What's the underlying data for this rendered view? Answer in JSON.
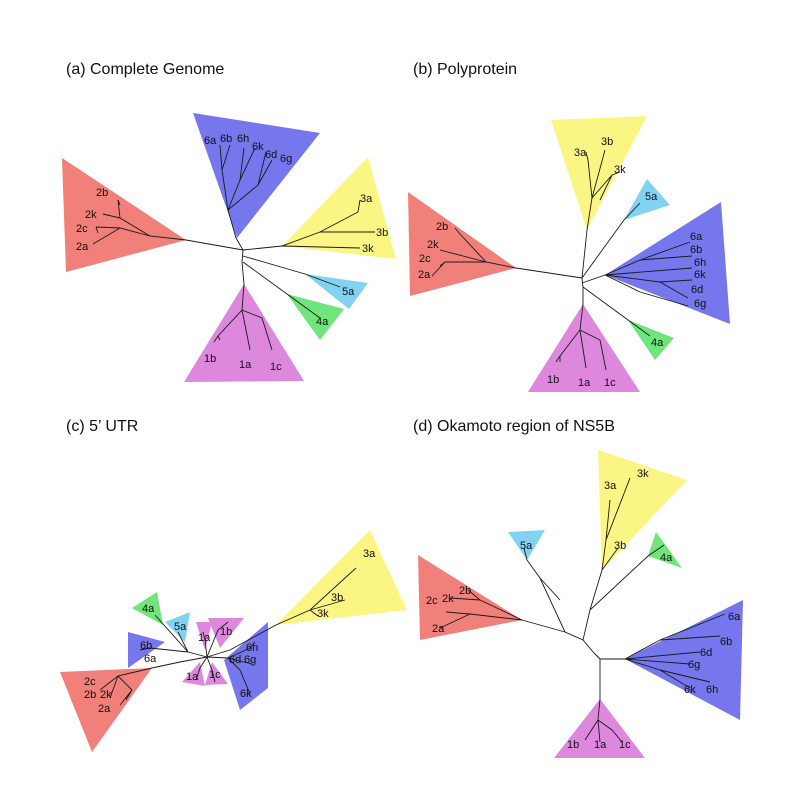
{
  "colors": {
    "genotype_1": "#dd88dd",
    "genotype_2": "#f2807a",
    "genotype_3": "#fbf683",
    "genotype_4": "#6fe57b",
    "genotype_5": "#82d3f2",
    "genotype_6": "#7677ec",
    "branch": "#1a1a1a"
  },
  "panels": [
    {
      "id": "a",
      "title": "(a) Complete Genome",
      "clades": [
        {
          "genotype": "genotype_2",
          "subtypes": [
            "2b",
            "2k",
            "2c",
            "2a"
          ]
        },
        {
          "genotype": "genotype_6",
          "subtypes": [
            "6a",
            "6b",
            "6h",
            "6k",
            "6d",
            "6g"
          ]
        },
        {
          "genotype": "genotype_3",
          "subtypes": [
            "3a",
            "3b",
            "3k"
          ]
        },
        {
          "genotype": "genotype_5",
          "subtypes": [
            "5a"
          ]
        },
        {
          "genotype": "genotype_4",
          "subtypes": [
            "4a"
          ]
        },
        {
          "genotype": "genotype_1",
          "subtypes": [
            "1b",
            "1a",
            "1c"
          ]
        }
      ]
    },
    {
      "id": "b",
      "title": "(b) Polyprotein",
      "clades": [
        {
          "genotype": "genotype_2",
          "subtypes": [
            "2b",
            "2k",
            "2c",
            "2a"
          ]
        },
        {
          "genotype": "genotype_3",
          "subtypes": [
            "3a",
            "3b",
            "3k"
          ]
        },
        {
          "genotype": "genotype_5",
          "subtypes": [
            "5a"
          ]
        },
        {
          "genotype": "genotype_6",
          "subtypes": [
            "6a",
            "6b",
            "6h",
            "6k",
            "6d",
            "6g"
          ]
        },
        {
          "genotype": "genotype_4",
          "subtypes": [
            "4a"
          ]
        },
        {
          "genotype": "genotype_1",
          "subtypes": [
            "1b",
            "1a",
            "1c"
          ]
        }
      ]
    },
    {
      "id": "c",
      "title": "(c) 5’ UTR",
      "clades": [
        {
          "genotype": "genotype_3",
          "subtypes": [
            "3a",
            "3b",
            "3k"
          ]
        },
        {
          "genotype": "genotype_4",
          "subtypes": [
            "4a"
          ]
        },
        {
          "genotype": "genotype_5",
          "subtypes": [
            "5a"
          ]
        },
        {
          "genotype": "genotype_6",
          "subtypes": [
            "6b",
            "6a"
          ]
        },
        {
          "genotype": "genotype_1",
          "subtypes": [
            "1a",
            "1b",
            "1a",
            "1c"
          ]
        },
        {
          "genotype": "genotype_6",
          "subtypes": [
            "6h",
            "6d",
            "6g",
            "6k"
          ]
        },
        {
          "genotype": "genotype_2",
          "subtypes": [
            "2c",
            "2b",
            "2k",
            "2a"
          ]
        }
      ]
    },
    {
      "id": "d",
      "title": "(d) Okamoto region of NS5B",
      "clades": [
        {
          "genotype": "genotype_5",
          "subtypes": [
            "5a"
          ]
        },
        {
          "genotype": "genotype_3",
          "subtypes": [
            "3a",
            "3k",
            "3b"
          ]
        },
        {
          "genotype": "genotype_4",
          "subtypes": [
            "4a"
          ]
        },
        {
          "genotype": "genotype_2",
          "subtypes": [
            "2b",
            "2c",
            "2k",
            "2a"
          ]
        },
        {
          "genotype": "genotype_6",
          "subtypes": [
            "6a",
            "6b",
            "6d",
            "6g",
            "6k",
            "6h"
          ]
        },
        {
          "genotype": "genotype_1",
          "subtypes": [
            "1b",
            "1a",
            "1c"
          ]
        }
      ]
    }
  ]
}
